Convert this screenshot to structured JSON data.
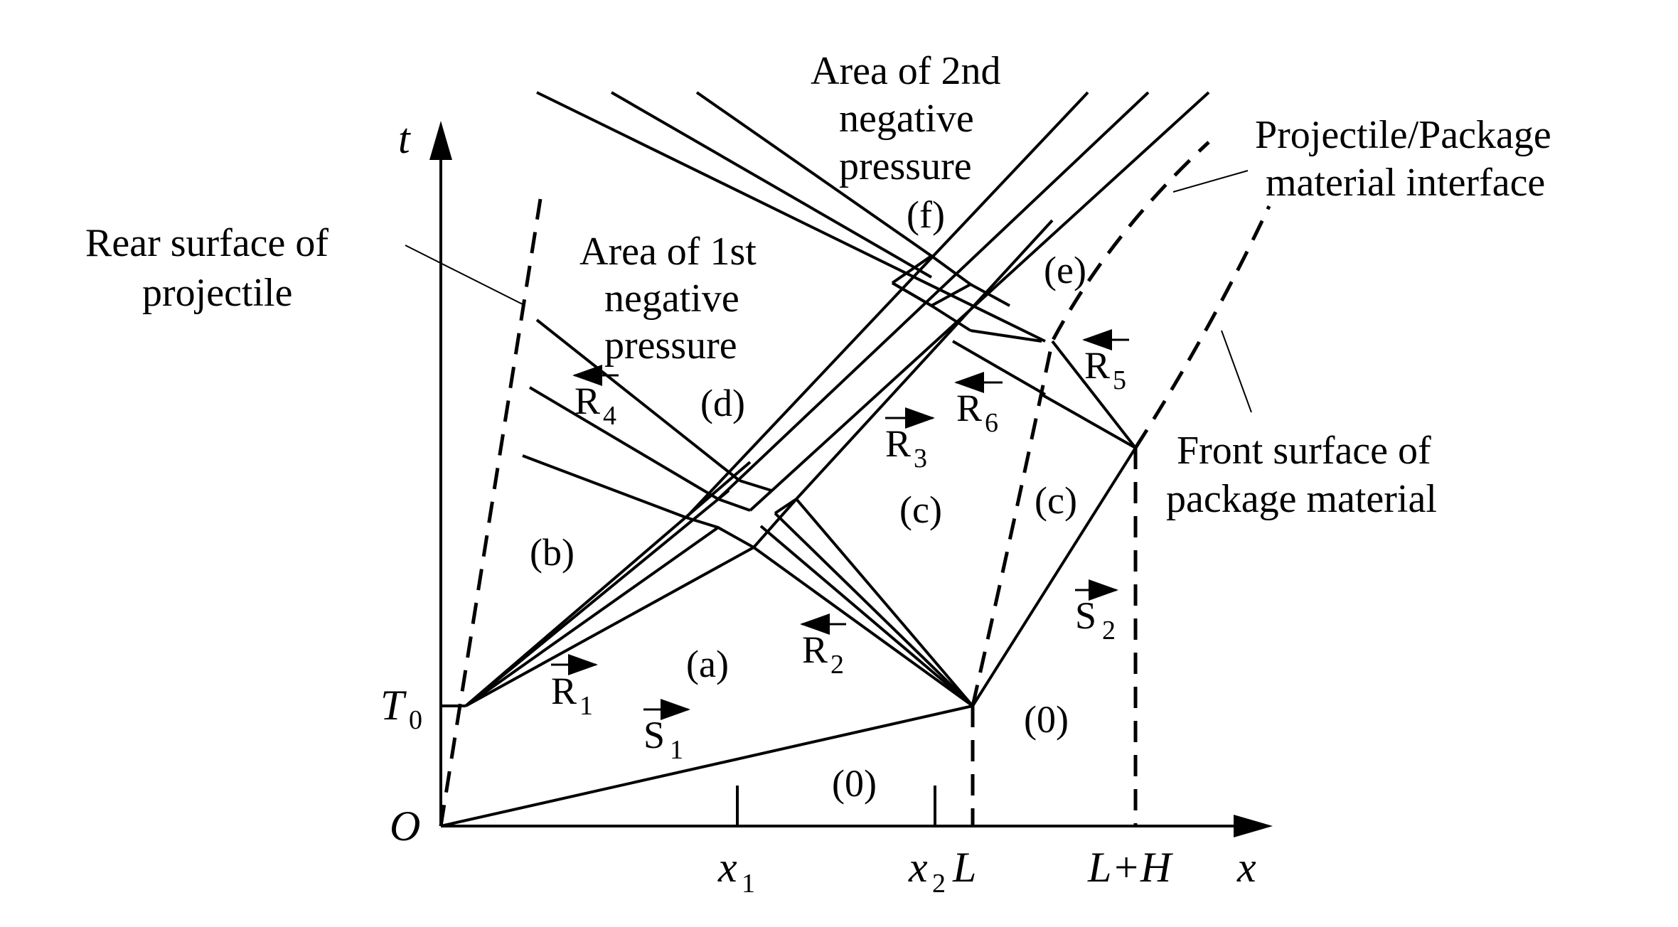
{
  "axes": {
    "t_label": "t",
    "x_label": "x",
    "origin_label": "O",
    "t0_label": "T",
    "t0_sub": "0",
    "ticks": {
      "x1": "x",
      "x1_sub": "1",
      "x2": "x",
      "x2_sub": "2",
      "L": "L",
      "LH": "L+H"
    }
  },
  "labels": {
    "rear_surface_line1": "Rear surface of",
    "rear_surface_line2": "projectile",
    "area1_line1": "Area of 1st",
    "area1_line2": "negative",
    "area1_line3": "pressure",
    "area2_line1": "Area of 2nd",
    "area2_line2": "negative",
    "area2_line3": "pressure",
    "interface_line1": "Projectile/Package",
    "interface_line2": "material interface",
    "front_surface_line1": "Front surface of",
    "front_surface_line2": "package material"
  },
  "regions": {
    "a": "(a)",
    "b": "(b)",
    "c1": "(c)",
    "c2": "(c)",
    "d": "(d)",
    "e": "(e)",
    "f": "(f)",
    "zero1": "(0)",
    "zero2": "(0)"
  },
  "waves": {
    "R1": "R",
    "R1_sub": "1",
    "R2": "R",
    "R2_sub": "2",
    "R3": "R",
    "R3_sub": "3",
    "R4": "R",
    "R4_sub": "4",
    "R5": "R",
    "R5_sub": "5",
    "R6": "R",
    "R6_sub": "6",
    "S1": "S",
    "S1_sub": "1",
    "S2": "S",
    "S2_sub": "2"
  },
  "colors": {
    "stroke": "#000000",
    "background": "#ffffff"
  }
}
